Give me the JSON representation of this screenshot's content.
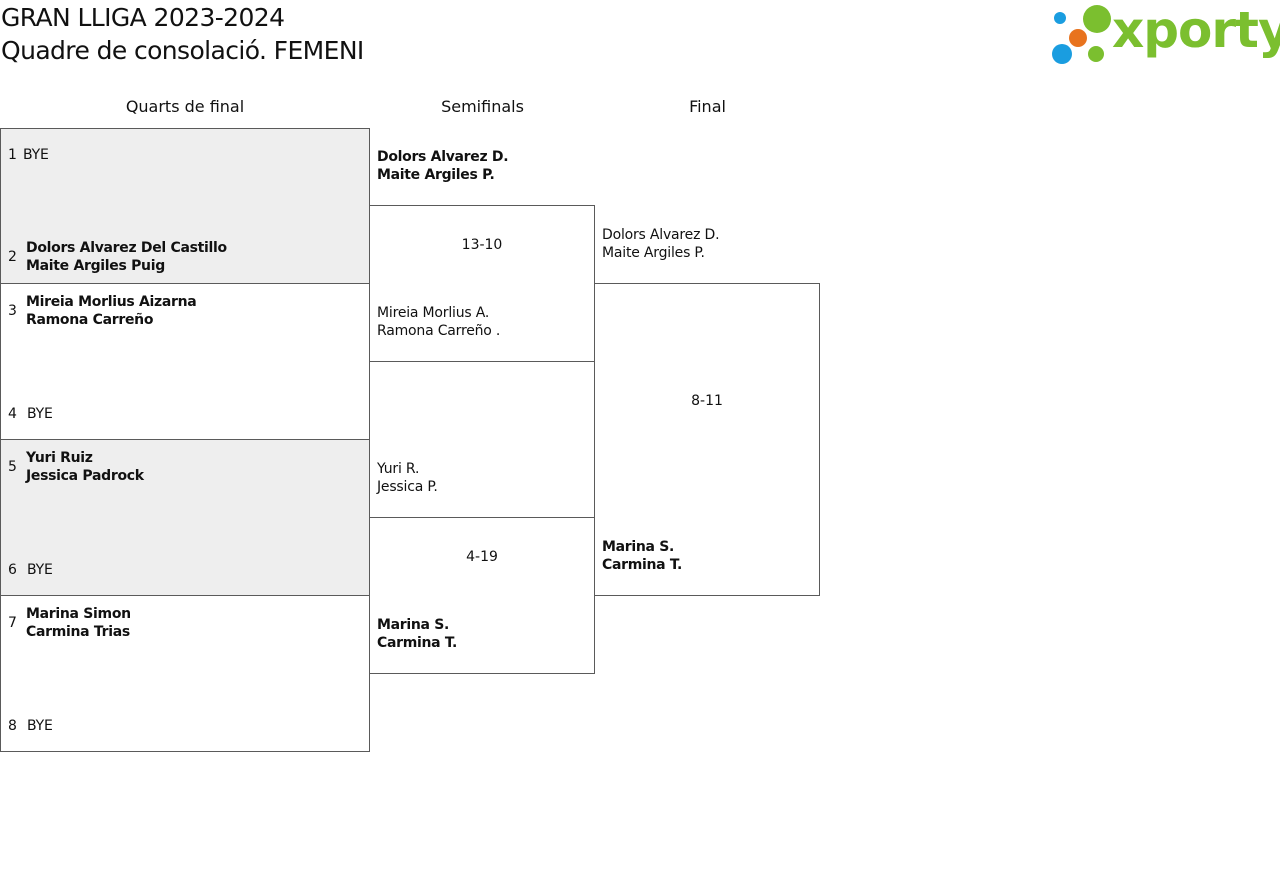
{
  "header": {
    "title_line1": "GRAN LLIGA 2023-2024",
    "title_line2": "Quadre de consolació. FEMENI",
    "logo_text": "xporty"
  },
  "rounds": [
    "Quarts de final",
    "Semifinals",
    "Final"
  ],
  "quarterfinals": [
    {
      "seed": "1",
      "p1": "BYE",
      "p2": ""
    },
    {
      "seed": "2",
      "p1": "Dolors Alvarez Del Castillo",
      "p2": "Maite Argiles Puig"
    },
    {
      "seed": "3",
      "p1": "Mireia Morlius Aizarna",
      "p2": "Ramona Carreño"
    },
    {
      "seed": "4",
      "p1": "BYE",
      "p2": ""
    },
    {
      "seed": "5",
      "p1": "Yuri Ruiz",
      "p2": "Jessica Padrock"
    },
    {
      "seed": "6",
      "p1": "BYE",
      "p2": ""
    },
    {
      "seed": "7",
      "p1": "Marina Simon",
      "p2": "Carmina Trias"
    },
    {
      "seed": "8",
      "p1": "BYE",
      "p2": ""
    }
  ],
  "semifinals": [
    {
      "p1": "Dolors Alvarez D.",
      "p2": "Maite Argiles P."
    },
    {
      "p1": "Mireia Morlius A.",
      "p2": "Ramona Carreño ."
    },
    {
      "p1": "Yuri R.",
      "p2": "Jessica P."
    },
    {
      "p1": "Marina S.",
      "p2": "Carmina T."
    }
  ],
  "semifinal_scores": [
    "13-10",
    "4-19"
  ],
  "final": [
    {
      "p1": "Dolors Alvarez D.",
      "p2": "Maite Argiles P."
    },
    {
      "p1": "Marina S.",
      "p2": "Carmina T."
    }
  ],
  "final_score": "8-11",
  "colors": {
    "logo_green": "#7bbf2f",
    "logo_blue": "#1a9de0",
    "logo_orange": "#e8731e",
    "shaded_row": "#eeeeee",
    "border": "#5a5a5a"
  }
}
